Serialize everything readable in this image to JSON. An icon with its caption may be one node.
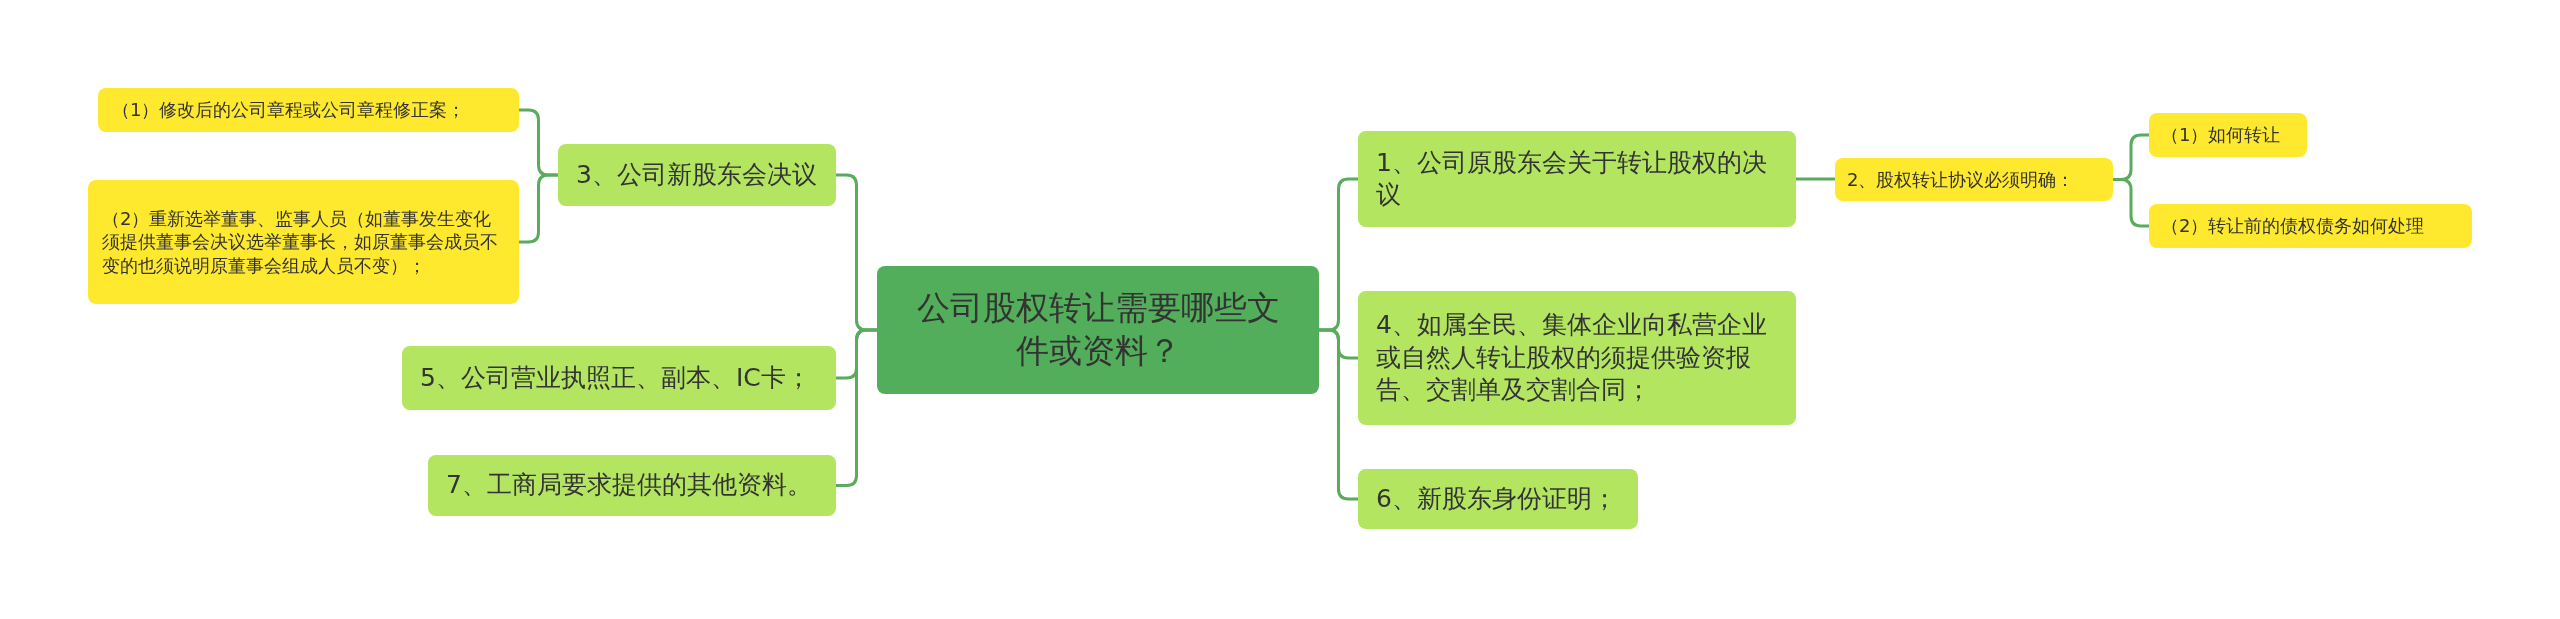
{
  "diagram": {
    "nodes": [
      {
        "text": [
          "公司股权转让需要哪些文件或资料？"
        ]
      },
      {
        "text": [
          "3、公司新股东会决议"
        ]
      },
      {
        "text": [
          "（1）修改后的公司章程或公司章程修正案；"
        ]
      },
      {
        "text": [
          "（2）重新选举董事、监事人员（如董事发生变化须提供董事会决议选举董事长，如原董事会成员不变的也须说明原董事会组成人员不变）；"
        ]
      },
      {
        "text": [
          "5、公司营业执照正、副本、IC卡；"
        ]
      },
      {
        "text": [
          "7、工商局要求提供的其他资料。"
        ]
      },
      {
        "text": [
          "1、公司原股东会关于转让股权的决议"
        ]
      },
      {
        "text": [
          "2、股权转让协议必须明确："
        ]
      },
      {
        "text": [
          "（1）如何转让"
        ]
      },
      {
        "text": [
          "（2）转让前的债权债务如何处理"
        ]
      },
      {
        "text": [
          "4、如属全民、集体企业向私营企业或自然人转让股权的须提供验资报告、交割单及交割合同；"
        ]
      },
      {
        "text": [
          "6、新股东身份证明；"
        ]
      }
    ],
    "edges": [
      {
        "from": 0,
        "to": 1,
        "arrow": "none"
      },
      {
        "from": 1,
        "to": 2,
        "arrow": "none"
      },
      {
        "from": 1,
        "to": 3,
        "arrow": "none"
      },
      {
        "from": 0,
        "to": 4,
        "arrow": "none"
      },
      {
        "from": 0,
        "to": 5,
        "arrow": "none"
      },
      {
        "from": 0,
        "to": 6,
        "arrow": "none"
      },
      {
        "from": 6,
        "to": 7,
        "arrow": "none"
      },
      {
        "from": 7,
        "to": 8,
        "arrow": "none"
      },
      {
        "from": 7,
        "to": 9,
        "arrow": "none"
      },
      {
        "from": 0,
        "to": 10,
        "arrow": "none"
      },
      {
        "from": 0,
        "to": 11,
        "arrow": "none"
      }
    ]
  }
}
